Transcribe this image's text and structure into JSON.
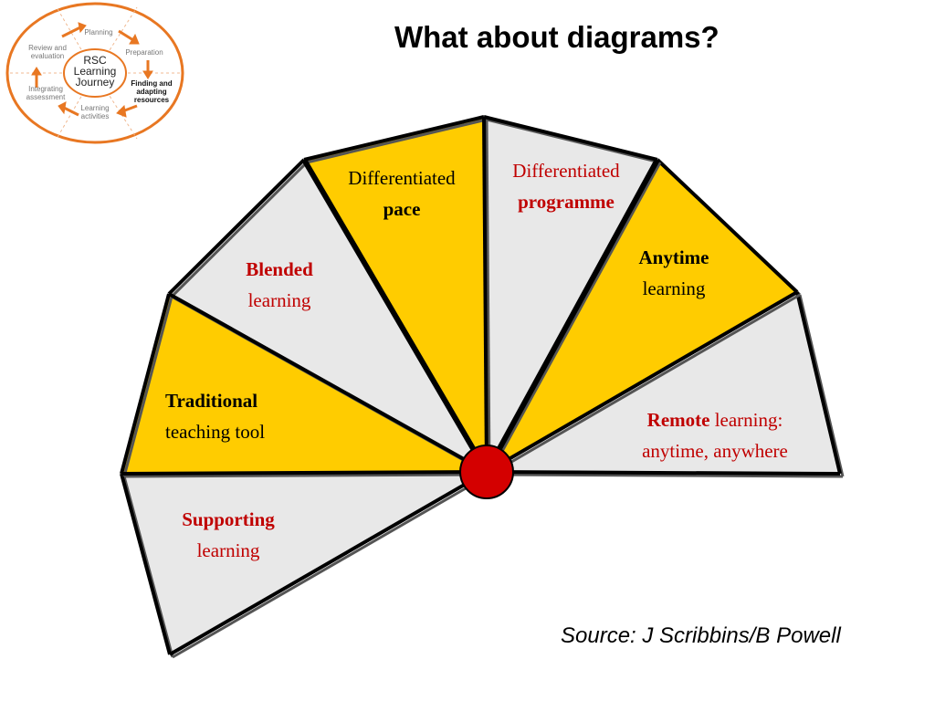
{
  "title": "What about diagrams?",
  "source": "Source: J Scribbins/B Powell",
  "logo": {
    "center_lines": [
      "RSC",
      "Learning",
      "Journey"
    ],
    "stages": [
      {
        "lines": [
          "Planning"
        ]
      },
      {
        "lines": [
          "Preparation"
        ]
      },
      {
        "lines": [
          "Finding and",
          "adapting",
          "resources"
        ]
      },
      {
        "lines": [
          "Learning",
          "activities"
        ]
      },
      {
        "lines": [
          "Integrating",
          "assessment"
        ]
      },
      {
        "lines": [
          "Review and",
          "evaluation"
        ]
      }
    ]
  },
  "segments": [
    {
      "id": "supporting",
      "fill": "#e8e8e8",
      "lines": [
        [
          {
            "t": "Supporting",
            "b": true,
            "c": "#c00000"
          }
        ],
        [
          {
            "t": "learning",
            "b": false,
            "c": "#c00000"
          }
        ]
      ]
    },
    {
      "id": "traditional",
      "fill": "#ffcc00",
      "lines": [
        [
          {
            "t": "Traditional",
            "b": true,
            "c": "#000000"
          }
        ],
        [
          {
            "t": "teaching tool",
            "b": false,
            "c": "#000000"
          }
        ]
      ]
    },
    {
      "id": "blended",
      "fill": "#e8e8e8",
      "lines": [
        [
          {
            "t": "Blended",
            "b": true,
            "c": "#c00000"
          }
        ],
        [
          {
            "t": "learning",
            "b": false,
            "c": "#c00000"
          }
        ]
      ]
    },
    {
      "id": "pace",
      "fill": "#ffcc00",
      "lines": [
        [
          {
            "t": "Differentiated",
            "b": false,
            "c": "#000000"
          }
        ],
        [
          {
            "t": "pace",
            "b": true,
            "c": "#000000"
          }
        ]
      ]
    },
    {
      "id": "programme",
      "fill": "#e8e8e8",
      "lines": [
        [
          {
            "t": "Differentiated",
            "b": false,
            "c": "#c00000"
          }
        ],
        [
          {
            "t": "programme",
            "b": true,
            "c": "#c00000"
          }
        ]
      ]
    },
    {
      "id": "anytime",
      "fill": "#ffcc00",
      "lines": [
        [
          {
            "t": "Anytime",
            "b": true,
            "c": "#000000"
          }
        ],
        [
          {
            "t": "learning",
            "b": false,
            "c": "#000000"
          }
        ]
      ]
    },
    {
      "id": "remote",
      "fill": "#e8e8e8",
      "lines": [
        [
          {
            "t": "Remote",
            "b": true,
            "c": "#c00000"
          },
          {
            "t": " learning:",
            "b": false,
            "c": "#c00000"
          }
        ],
        [
          {
            "t": "anytime, anywhere",
            "b": false,
            "c": "#c00000"
          }
        ]
      ]
    }
  ],
  "colors": {
    "yellow": "#ffcc00",
    "grey": "#e8e8e8",
    "hub": "#d40000",
    "accent_red": "#c00000",
    "logo_orange": "#e87722"
  }
}
